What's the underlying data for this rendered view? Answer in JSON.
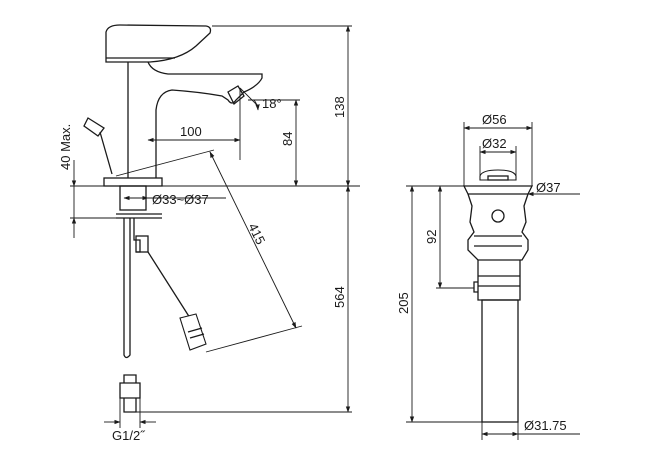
{
  "faucet": {
    "angle_label": "18°",
    "reach_label": "100",
    "spout_height_label": "84",
    "total_height_label": "138",
    "deck_max_label": "40 Max.",
    "hole_label": "Ø33~Ø37",
    "hose_label": "415",
    "under_height_label": "564",
    "thread_label": "G1/2˝"
  },
  "waste": {
    "top_outer_label": "Ø56",
    "top_inner_label": "Ø32",
    "flange_label": "Ø37",
    "body_height_label": "92",
    "total_height_label": "205",
    "pipe_label": "Ø31.75"
  }
}
